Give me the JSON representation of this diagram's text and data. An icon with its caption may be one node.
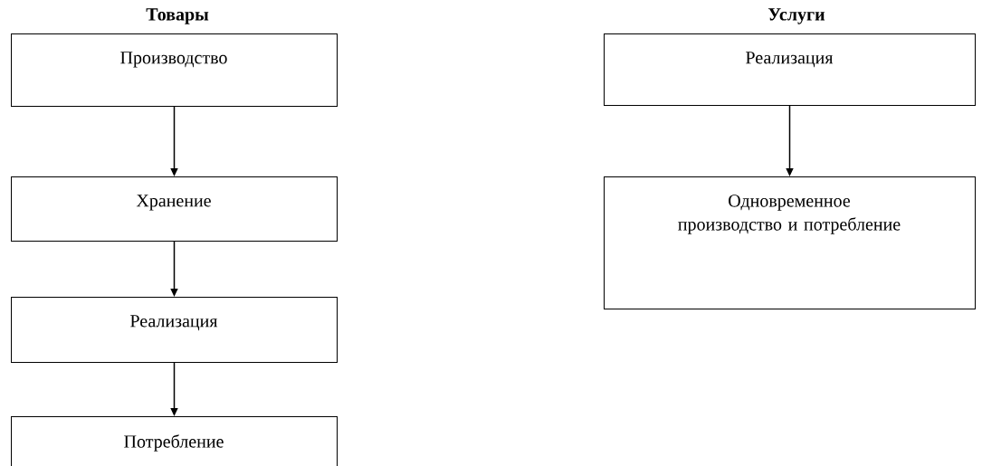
{
  "diagram": {
    "nodes": [
      {
        "text": [
          "Производство"
        ]
      },
      {
        "text": [
          "Хранение"
        ]
      },
      {
        "text": [
          "Реализация"
        ]
      },
      {
        "text": [
          "Потребление"
        ]
      },
      {
        "text": [
          "Реализация"
        ]
      },
      {
        "text": [
          "Одновременное производство и потребление"
        ]
      }
    ],
    "edges": [
      {
        "from": 0,
        "to": 1,
        "arrow": "to"
      },
      {
        "from": 1,
        "to": 2,
        "arrow": "to"
      },
      {
        "from": 2,
        "to": 3,
        "arrow": "to"
      },
      {
        "from": 4,
        "to": 5,
        "arrow": "to"
      }
    ],
    "labels": [
      "Товары",
      "Услуги"
    ]
  }
}
